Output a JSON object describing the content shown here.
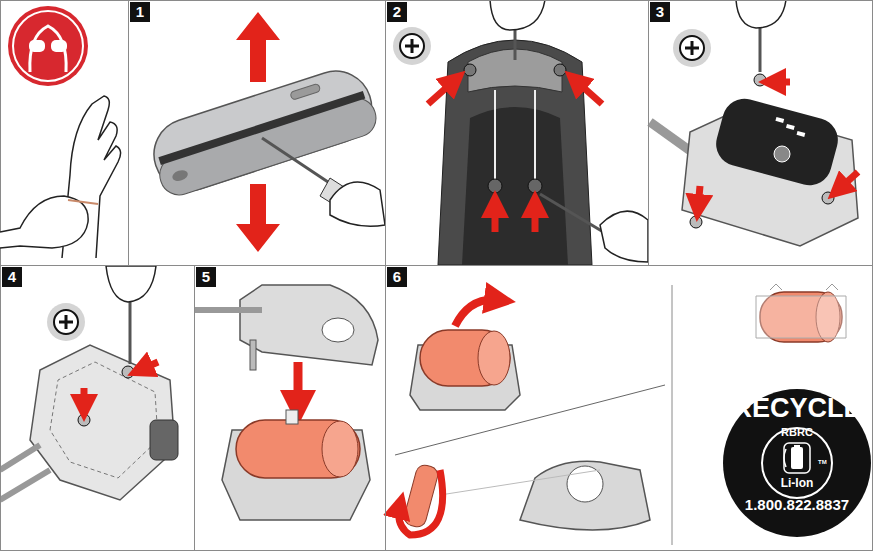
{
  "diagram": {
    "nodes": [
      {
        "text": [
          "1"
        ]
      },
      {
        "text": [
          "2"
        ]
      },
      {
        "text": [
          "3"
        ]
      },
      {
        "text": [
          "4"
        ]
      },
      {
        "text": [
          "5"
        ]
      },
      {
        "text": [
          "6"
        ]
      },
      {
        "text": [
          "RECYCLE",
          "RBRC",
          "TM",
          "Li-Ion",
          "1.800.822.8837"
        ],
        "in": 5
      }
    ]
  }
}
